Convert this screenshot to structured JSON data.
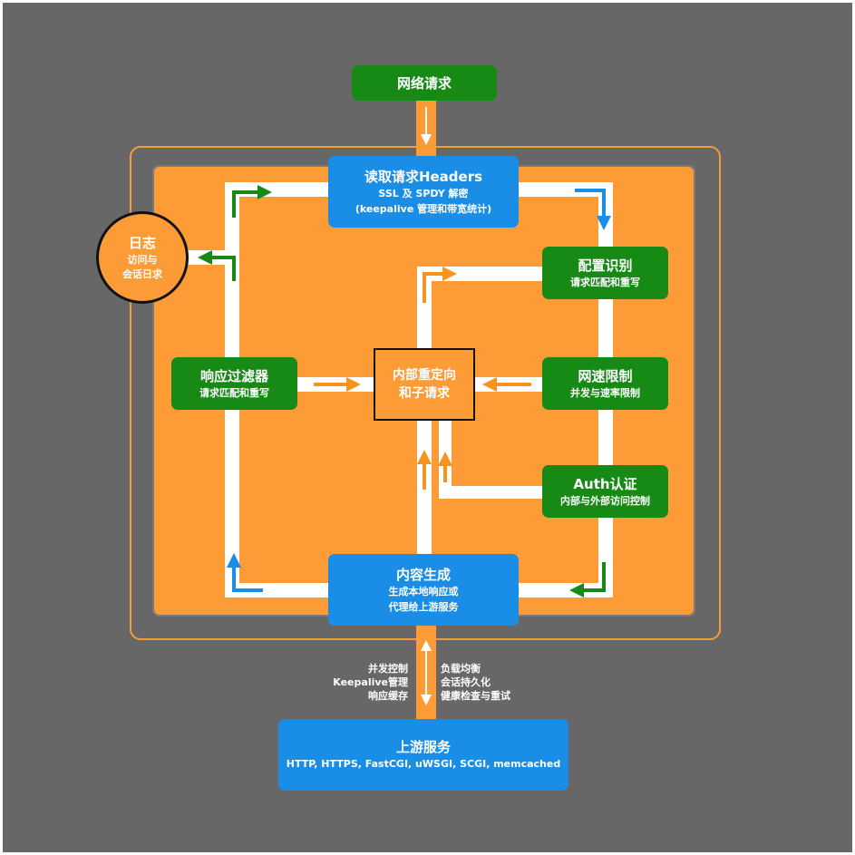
{
  "nodes": {
    "network_request": {
      "title": "网络请求"
    },
    "read_headers": {
      "title": "读取请求Headers",
      "line1": "SSL 及 SPDY 解密",
      "line2": "(keepalive 管理和带宽统计)"
    },
    "config_identify": {
      "title": "配置识别",
      "sub": "请求匹配和重写"
    },
    "rate_limit": {
      "title": "网速限制",
      "sub": "并发与速率限制"
    },
    "auth": {
      "title": "Auth认证",
      "sub": "内部与外部访问控制"
    },
    "content_gen": {
      "title": "内容生成",
      "line1": "生成本地响应或",
      "line2": "代理给上游服务"
    },
    "response_filter": {
      "title": "响应过滤器",
      "sub": "请求匹配和重写"
    },
    "internal_redirect": {
      "line1": "内部重定向",
      "line2": "和子请求"
    },
    "log": {
      "title": "日志",
      "line1": "访问与",
      "line2": "会话日求"
    },
    "upstream": {
      "title": "上游服务",
      "sub": "HTTP, HTTPS, FastCGI, uWSGI, SCGI, memcached"
    }
  },
  "upstream_labels": {
    "left": [
      "并发控制",
      "Keepalive管理",
      "响应缓存"
    ],
    "right": [
      "负载均衡",
      "会话持久化",
      "健康检查与重试"
    ]
  },
  "colors": {
    "background": "#676767",
    "panel": "#fd9c36",
    "green_node": "#178a16",
    "blue_node": "#1a8ee6",
    "arrow_green": "#178a16",
    "arrow_blue": "#1a8ee6",
    "arrow_orange": "#f7931e",
    "track": "#ffffff"
  }
}
